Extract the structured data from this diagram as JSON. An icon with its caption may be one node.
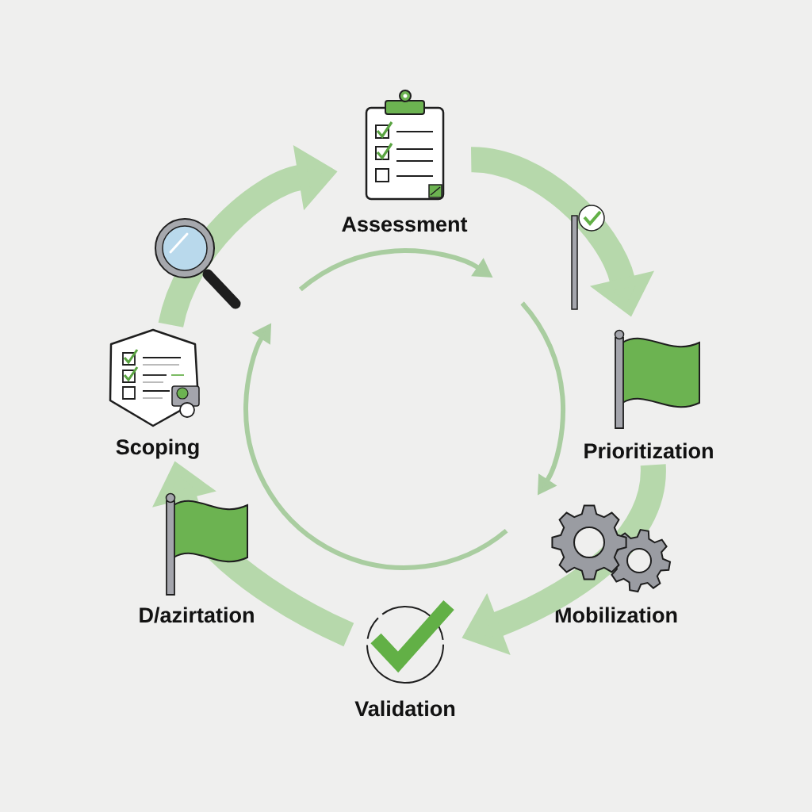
{
  "diagram": {
    "nodes": [
      {
        "text": [
          "Assessment"
        ]
      },
      {
        "text": [
          "Prioritization"
        ]
      },
      {
        "text": [
          "Mobilization"
        ]
      },
      {
        "text": [
          "Validation"
        ]
      },
      {
        "text": [
          "D/azirtation"
        ]
      },
      {
        "text": [
          "Scoping"
        ]
      }
    ],
    "edges": [
      {
        "from": 5,
        "to": 0,
        "arrow": "to"
      },
      {
        "from": 0,
        "to": 1,
        "arrow": "to"
      },
      {
        "from": 1,
        "to": 3,
        "arrow": "to"
      },
      {
        "from": 3,
        "to": 5,
        "arrow": "to"
      }
    ]
  }
}
